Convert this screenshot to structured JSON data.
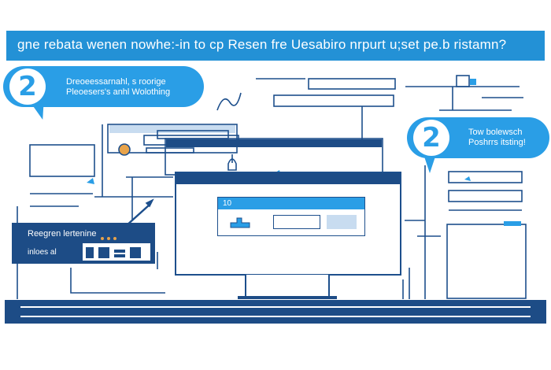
{
  "banner": {
    "text": "gne rebata wenen nowhe:-in to cp Resen fre Uesabiro nrpurt u;set pe.b ristamn?"
  },
  "bubble_left": {
    "number": "2",
    "line1": "Dreoeessarnahl, s roorige",
    "line2": "Pleoesers's anhl Wolothing"
  },
  "bubble_right": {
    "number": "2",
    "line1": "Tow bolewsch",
    "line2": "Poshrrs itsting!"
  },
  "dark_card": {
    "line1": "Reegren lertenine",
    "line2": "inloes al"
  },
  "monitor": {
    "input_text": "10"
  },
  "colors": {
    "accent": "#2a9ee6",
    "banner": "#2391d6",
    "navy": "#1d4c86",
    "background": "#ffffff"
  }
}
